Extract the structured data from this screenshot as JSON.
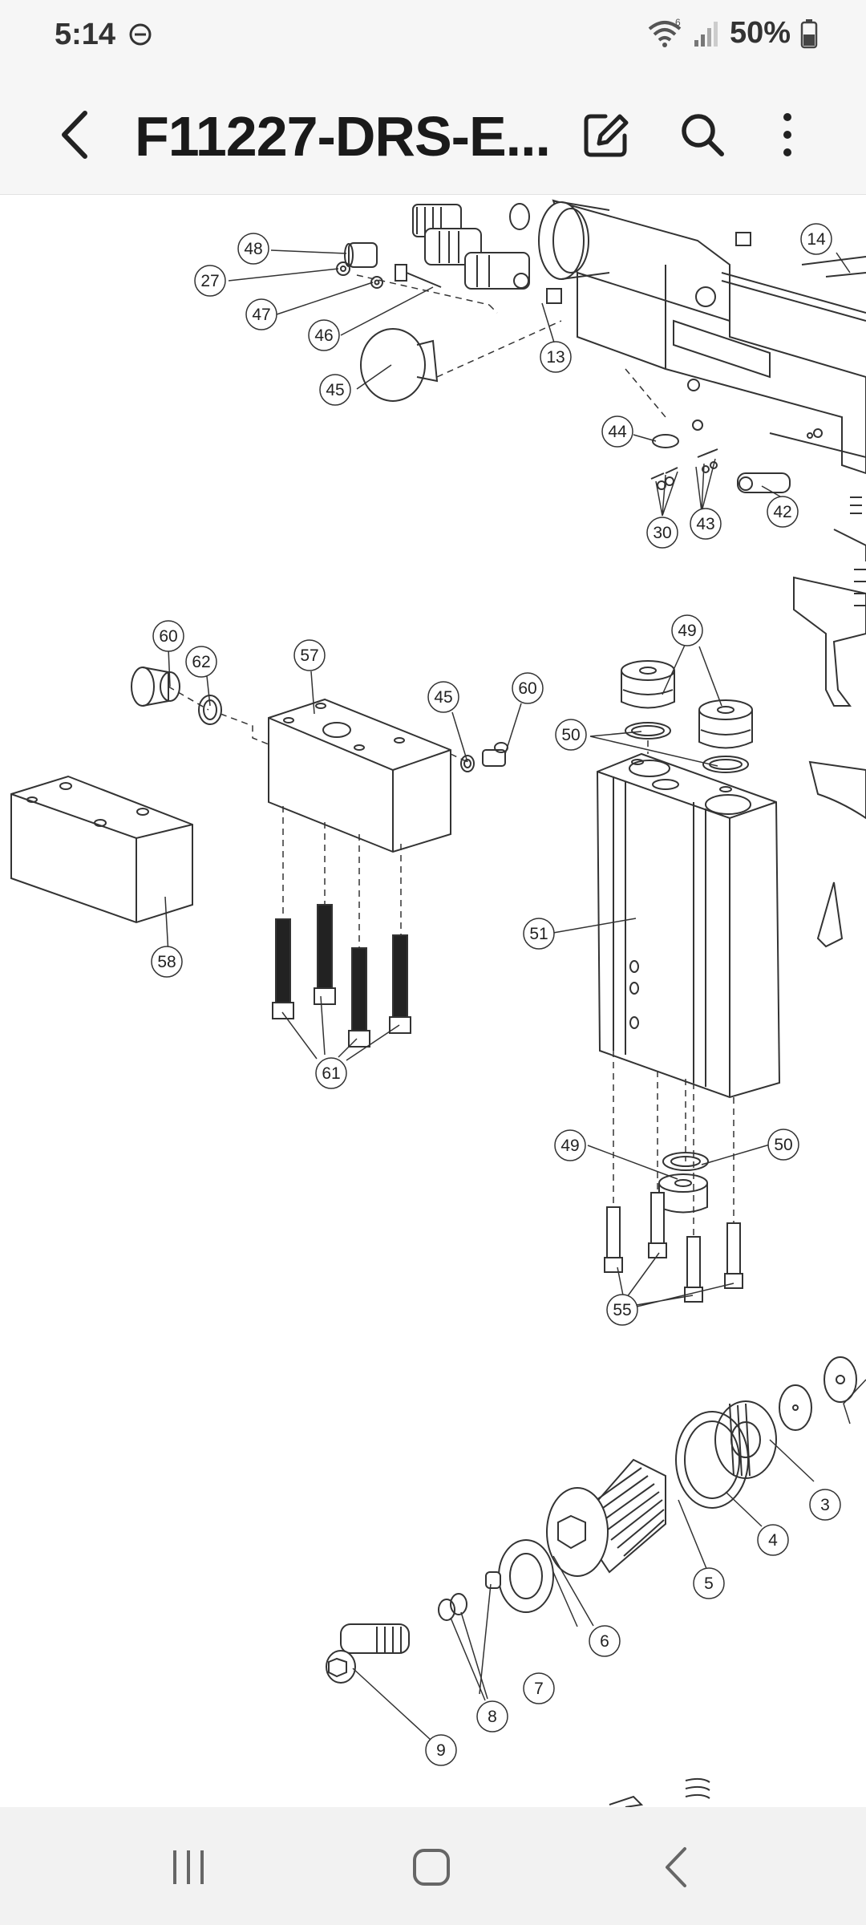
{
  "status_bar": {
    "time": "5:14",
    "battery_percent": "50%",
    "wifi_badge": "6",
    "icons": [
      "do-not-disturb-icon",
      "wifi-icon",
      "signal-icon",
      "battery-icon"
    ]
  },
  "app_bar": {
    "title": "F11227-DRS-E...",
    "icons": [
      "back-arrow-icon",
      "edit-icon",
      "search-icon",
      "more-vert-icon"
    ]
  },
  "diagram": {
    "part_numbers": [
      "48",
      "27",
      "47",
      "46",
      "45",
      "13",
      "14",
      "44",
      "42",
      "43",
      "30",
      "60",
      "62",
      "57",
      "45",
      "60",
      "49",
      "50",
      "51",
      "58",
      "61",
      "49",
      "50",
      "55",
      "3",
      "4",
      "5",
      "6",
      "7",
      "8",
      "9"
    ]
  },
  "nav_bar": {
    "icons": [
      "recents-icon",
      "home-icon",
      "back-icon"
    ]
  },
  "colors": {
    "bar_background": "#f6f6f6",
    "nav_background": "#f2f2f2",
    "text": "#1a1a1a",
    "line": "#333333"
  }
}
